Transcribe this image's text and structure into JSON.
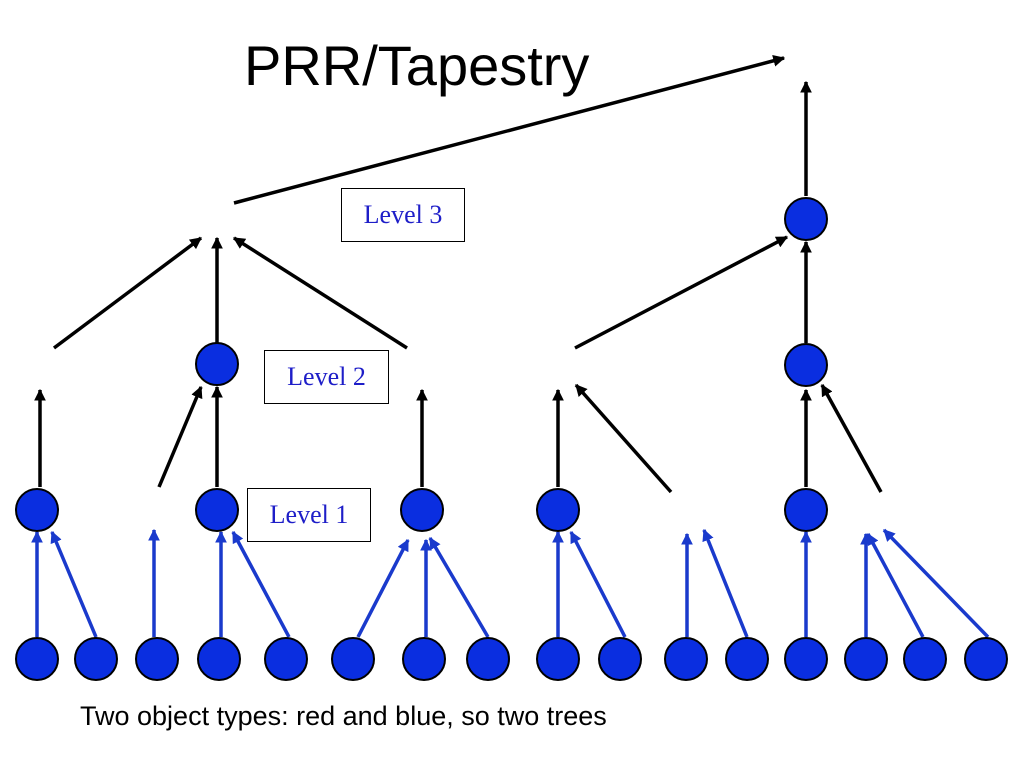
{
  "title": "PRR/Tapestry",
  "level_labels": [
    "Level 3",
    "Level 2",
    "Level 1"
  ],
  "caption": "Two object types: red and blue, so two trees",
  "colors": {
    "node_fill": "#0a2ee0",
    "node_stroke": "#000000",
    "blue_edge": "#1a3acc",
    "black_edge": "#000000",
    "label_text": "#1e1ec8"
  }
}
